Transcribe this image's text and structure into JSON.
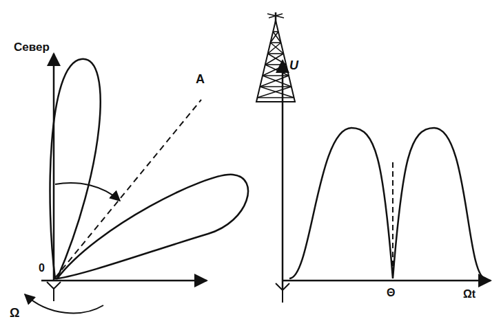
{
  "diagram": {
    "labels": [
      "Север",
      "A",
      "0",
      "Ω",
      "U",
      "Ωt",
      "Θ"
    ]
  }
}
